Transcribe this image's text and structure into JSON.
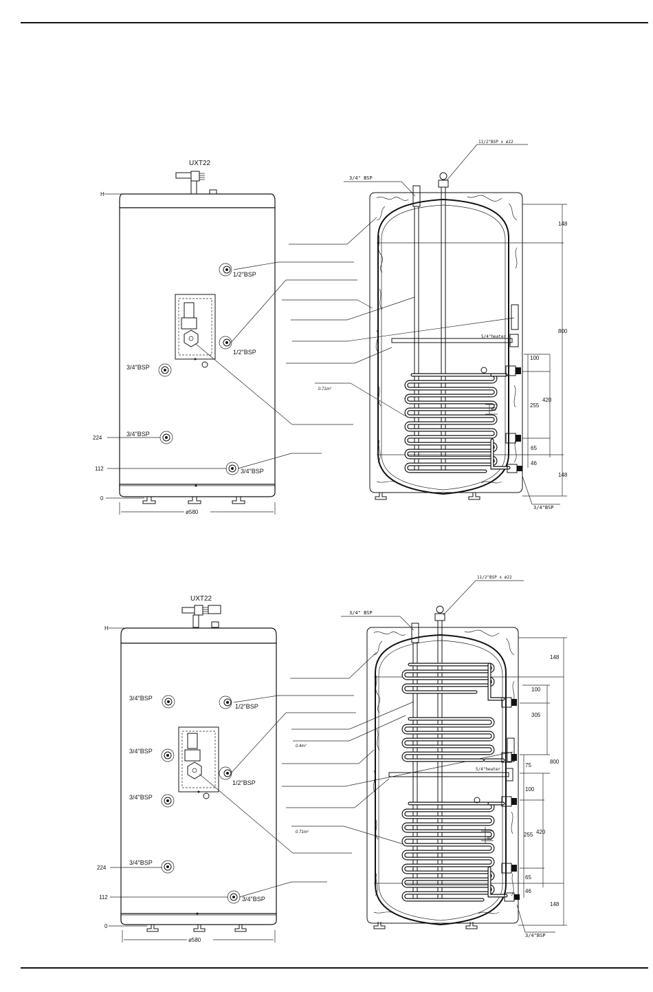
{
  "diagrams": [
    {
      "model": "UXT22",
      "left": {
        "h": "H",
        "dim_224": "224",
        "dim_112": "112",
        "dim_0": "0",
        "width": "ø580",
        "conn_half_1": "1/2\"BSP",
        "conn_half_2": "1/2\"BSP",
        "conn_34_1": "3/4\"BSP",
        "conn_34_2": "3/4\"BSP",
        "conn_34_3": "3/4\"BSP"
      },
      "right": {
        "top_conn": "11/2\"BSP x ø22",
        "vent_conn": "3/4\" BSP",
        "heater": "5/4\"heater",
        "coil_area": "0.71m²",
        "bottom_conn": "3/4\"BSP",
        "dims": [
          "148",
          "800",
          "148",
          "100",
          "420",
          "255",
          "40",
          "65",
          "46"
        ]
      }
    },
    {
      "model": "UXT22",
      "left": {
        "h": "H",
        "dim_224": "224",
        "dim_112": "112",
        "dim_0": "0",
        "width": "ø580",
        "conn_half_1": "1/2\"BSP",
        "conn_half_2": "1/2\"BSP",
        "conn_34_1": "3/4\"BSP",
        "conn_34_2": "3/4\"BSP",
        "conn_34_3": "3/4\"BSP",
        "conn_34_4": "3/4\"BSP",
        "conn_34_5": "3/4\"BSP"
      },
      "right": {
        "top_conn": "11/2\"BSP x ø22",
        "vent_conn": "3/4\" BSP",
        "heater": "5/4\"heater",
        "upper_coil_area": "0.4m²",
        "coil_area": "0.71m²",
        "bottom_conn": "3/4\"BSP",
        "dims": [
          "148",
          "800",
          "148",
          "100",
          "305",
          "75",
          "100",
          "420",
          "255",
          "40",
          "65",
          "46"
        ]
      }
    }
  ]
}
